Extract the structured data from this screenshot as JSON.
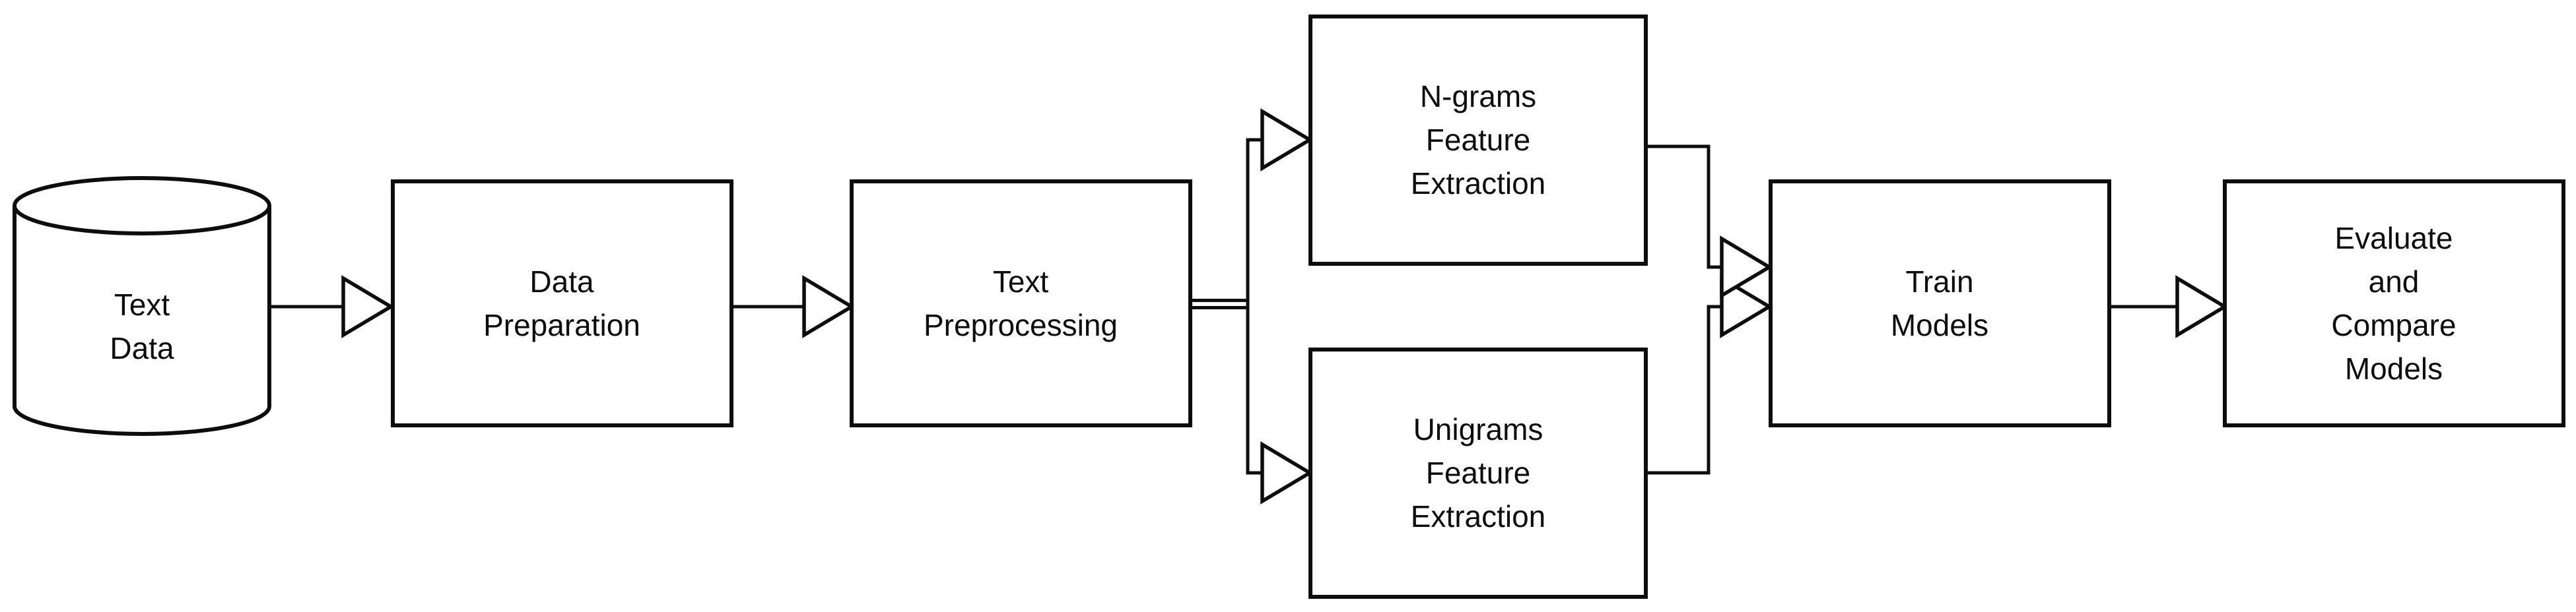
{
  "diagram_type": "flowchart",
  "colors": {
    "background": "#ffffff",
    "shape_fill": "#ffffff",
    "stroke": "#0d0d0d",
    "text": "#0d0d0d"
  },
  "nodes": [
    {
      "id": "text-data",
      "shape": "cylinder",
      "lines": [
        "Text",
        "Data"
      ]
    },
    {
      "id": "data-preparation",
      "shape": "rectangle",
      "lines": [
        "Data",
        "Preparation"
      ]
    },
    {
      "id": "text-preprocessing",
      "shape": "rectangle",
      "lines": [
        "Text",
        "Preprocessing"
      ]
    },
    {
      "id": "ngrams-feature-extraction",
      "shape": "rectangle",
      "lines": [
        "N-grams",
        "Feature",
        "Extraction"
      ]
    },
    {
      "id": "unigrams-feature-extraction",
      "shape": "rectangle",
      "lines": [
        "Unigrams",
        "Feature",
        "Extraction"
      ]
    },
    {
      "id": "train-models",
      "shape": "rectangle",
      "lines": [
        "Train",
        "Models"
      ]
    },
    {
      "id": "evaluate-and-compare-models",
      "shape": "rectangle",
      "lines": [
        "Evaluate",
        "and",
        "Compare",
        "Models"
      ]
    }
  ],
  "edges": [
    {
      "from": "text-data",
      "to": "data-preparation",
      "line": "single",
      "arrowhead": "open-triangle"
    },
    {
      "from": "data-preparation",
      "to": "text-preprocessing",
      "line": "single",
      "arrowhead": "open-triangle"
    },
    {
      "from": "text-preprocessing",
      "to": "ngrams-feature-extraction",
      "line": "double-trunk-then-branch-up",
      "arrowhead": "open-triangle"
    },
    {
      "from": "text-preprocessing",
      "to": "unigrams-feature-extraction",
      "line": "double-trunk-then-branch-down",
      "arrowhead": "open-triangle"
    },
    {
      "from": "ngrams-feature-extraction",
      "to": "train-models",
      "line": "single-elbow",
      "arrowhead": "open-triangle"
    },
    {
      "from": "unigrams-feature-extraction",
      "to": "train-models",
      "line": "single-elbow",
      "arrowhead": "open-triangle"
    },
    {
      "from": "train-models",
      "to": "evaluate-and-compare-models",
      "line": "single",
      "arrowhead": "open-triangle"
    }
  ]
}
